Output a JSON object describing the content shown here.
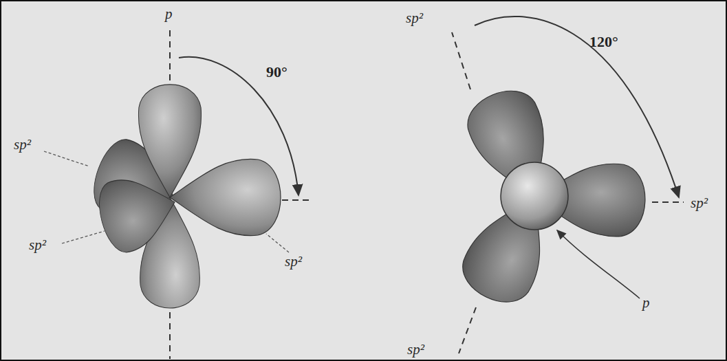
{
  "diagram": {
    "labels": [
      "p",
      "90°",
      "sp²",
      "sp²",
      "sp²",
      "sp²",
      "120°",
      "sp²",
      "p",
      "sp²"
    ]
  }
}
